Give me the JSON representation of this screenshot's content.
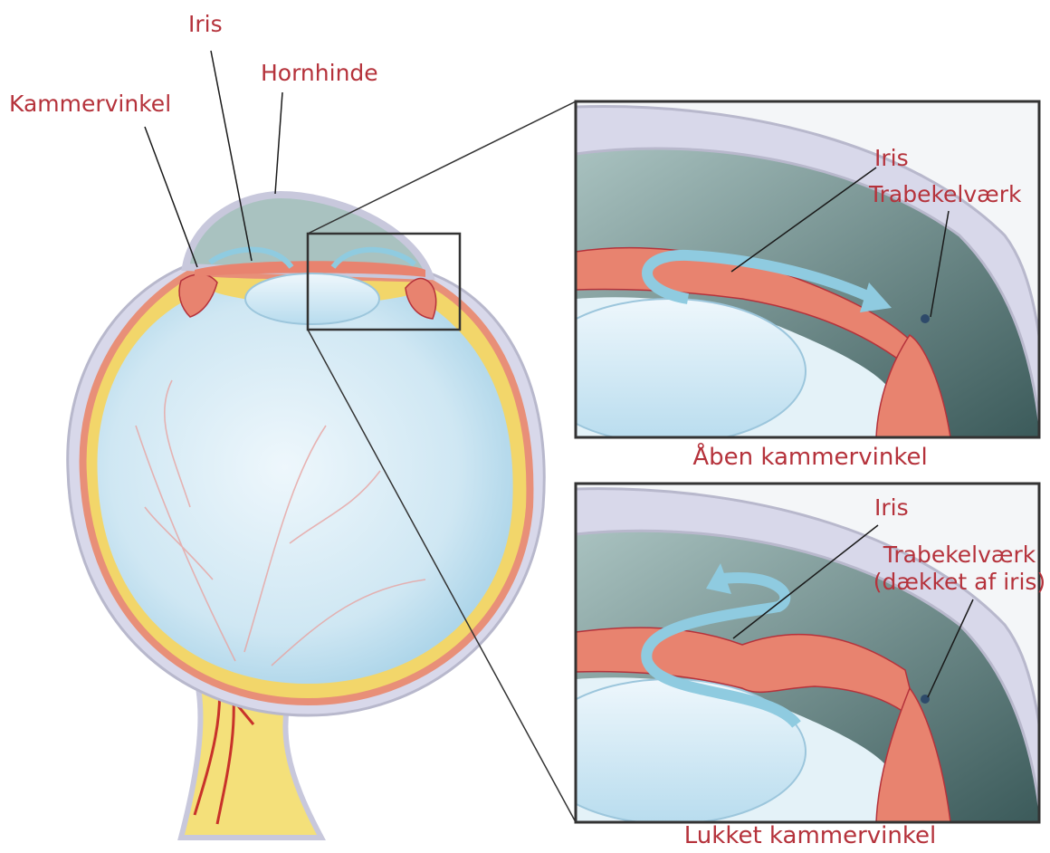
{
  "colors": {
    "label_text": "#b5323b",
    "leader_line": "#1a1a1a",
    "vitreous": "#d6ecf6",
    "iris": "#e8836f",
    "choroid": "#f0a08a",
    "sclera": "#d8d8ea",
    "optic_nerve": "#f4e07a",
    "flow_arrow": "#8fcbe0",
    "chamber_dark": "#2e4a4a"
  },
  "labels": {
    "iris_main": "Iris",
    "hornhinde": "Hornhinde",
    "kammervinkel": "Kammervinkel",
    "open_iris": "Iris",
    "open_trabekel": "Trabekelværk",
    "open_caption": "Åben kammervinkel",
    "closed_iris": "Iris",
    "closed_trabekel_line1": "Trabekelværk",
    "closed_trabekel_line2": "(dækket af iris)",
    "closed_caption": "Lukket kammervinkel"
  }
}
